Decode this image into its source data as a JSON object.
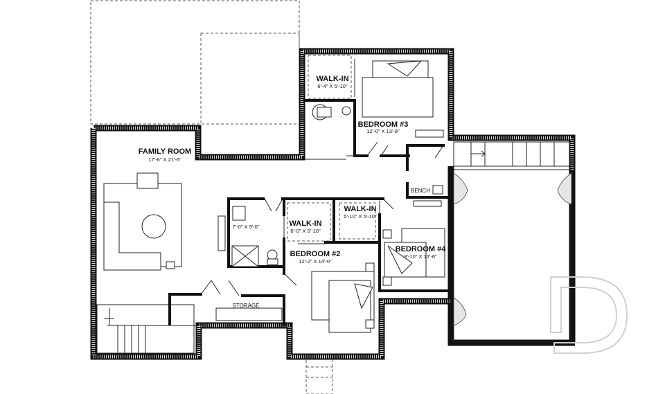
{
  "rooms": {
    "family_room": {
      "name": "FAMILY ROOM",
      "dims": "17'-6\" X 21'-6\""
    },
    "walkin_3": {
      "name": "WALK-IN",
      "dims": "6'-4\" X 5'-10\""
    },
    "bedroom_3": {
      "name": "BEDROOM #3",
      "dims": "12'-0\" X 13'-8\""
    },
    "bench": {
      "name": "BENCH"
    },
    "walkin_4": {
      "name": "WALK-IN",
      "dims": "5'-10\" X 5'-10\""
    },
    "bathroom": {
      "dims": "7'-0\" X 9'-0\""
    },
    "walkin_2": {
      "name": "WALK-IN",
      "dims": "6'-0\" X 5'-10\""
    },
    "bedroom_2": {
      "name": "BEDROOM #2",
      "dims": "12'-2\" X 14'-0\""
    },
    "bedroom_4": {
      "name": "BEDROOM #4",
      "dims": "8'-10\" X 12'-6\""
    },
    "storage": {
      "name": "STORAGE"
    }
  },
  "watermark": {
    "letter": "D",
    "color": "#d0d0d0"
  },
  "colors": {
    "wall": "#111111",
    "wall_fill": "#d6d6d6"
  }
}
